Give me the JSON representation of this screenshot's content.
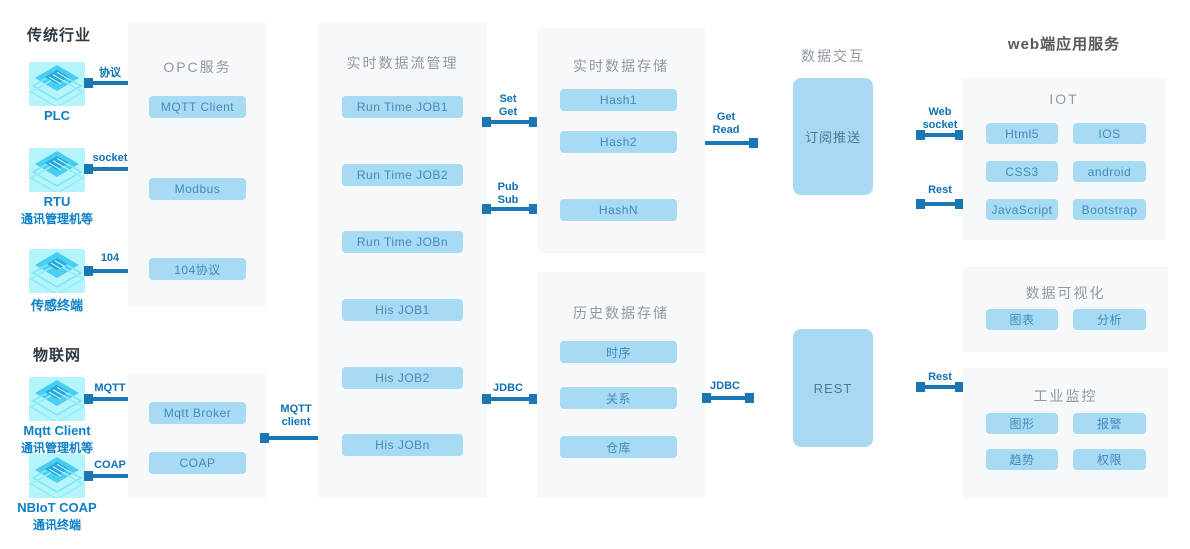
{
  "titles": {
    "legacy": "传统行业",
    "iot_group": "物联网",
    "web": "web端应用服务"
  },
  "devices": [
    {
      "name": "PLC",
      "sub": ""
    },
    {
      "name": "RTU",
      "sub": "通讯管理机等"
    },
    {
      "name": "传感终端",
      "sub": ""
    },
    {
      "name": "Mqtt Client",
      "sub": "通讯管理机等"
    },
    {
      "name": "NBIoT COAP",
      "sub": "通讯终端"
    }
  ],
  "panels": {
    "opc": {
      "title": "OPC服务",
      "items": [
        "MQTT Client",
        "Modbus",
        "104协议"
      ]
    },
    "gateway": {
      "items": [
        "Mqtt Broker",
        "COAP"
      ]
    },
    "stream": {
      "title": "实时数据流管理",
      "items": [
        "Run Time JOB1",
        "Run Time JOB2",
        "Run Time JOBn",
        "His JOB1",
        "His JOB2",
        "His JOBn"
      ]
    },
    "rt_store": {
      "title": "实时数据存储",
      "items": [
        "Hash1",
        "Hash2",
        "HashN"
      ]
    },
    "hist_store": {
      "title": "历史数据存储",
      "items": [
        "时序",
        "关系",
        "仓库"
      ]
    },
    "exchange": {
      "title": "数据交互",
      "boxes": [
        "订阅推送",
        "REST"
      ]
    },
    "iot": {
      "title": "IOT",
      "items": [
        "Html5",
        "IOS",
        "CSS3",
        "android",
        "JavaScript",
        "Bootstrap"
      ]
    },
    "viz": {
      "title": "数据可视化",
      "items": [
        "图表",
        "分析"
      ]
    },
    "monitor": {
      "title": "工业监控",
      "items": [
        "图形",
        "报警",
        "趋势",
        "权限"
      ]
    }
  },
  "connectors": {
    "proto": {
      "lines": [
        "协议"
      ]
    },
    "socket": {
      "lines": [
        "socket"
      ]
    },
    "c104": {
      "lines": [
        "104"
      ]
    },
    "mqtt": {
      "lines": [
        "MQTT"
      ]
    },
    "coap": {
      "lines": [
        "COAP"
      ]
    },
    "mqtt_client": {
      "lines": [
        "MQTT",
        "client"
      ]
    },
    "set_get": {
      "lines": [
        "Set",
        "Get"
      ]
    },
    "pub_sub": {
      "lines": [
        "Pub",
        "Sub"
      ]
    },
    "jdbc_left": {
      "lines": [
        "JDBC"
      ]
    },
    "get_read": {
      "lines": [
        "Get",
        "Read"
      ]
    },
    "jdbc_right": {
      "lines": [
        "JDBC"
      ]
    },
    "web_socket": {
      "lines": [
        "Web",
        "socket"
      ]
    },
    "rest_top": {
      "lines": [
        "Rest"
      ]
    },
    "rest_bottom": {
      "lines": [
        "Rest"
      ]
    }
  },
  "colors": {
    "accent_blue": "#1a77b4",
    "node_fill": "#a7dbf4",
    "node_text": "#4589ba",
    "panel_bg": "#f7f8fa",
    "panel_title": "#8f99a3",
    "device_bg": "#b5f4fb",
    "device_diamond": "#49cdf1",
    "device_label": "#0c80c6"
  }
}
